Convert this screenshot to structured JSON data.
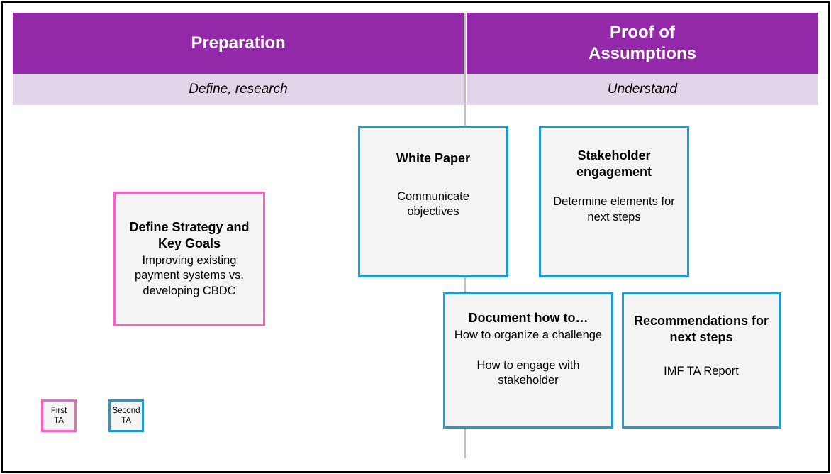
{
  "phases": [
    {
      "title": "Preparation",
      "subtitle": "Define, research"
    },
    {
      "title": "Proof of\nAssumptions",
      "subtitle": "Understand"
    }
  ],
  "boxes": {
    "strategy": {
      "title": "Define Strategy and Key Goals",
      "body": "Improving existing payment systems vs. developing CBDC"
    },
    "white_paper": {
      "title": "White Paper",
      "body": "Communicate objectives"
    },
    "stakeholder": {
      "title": "Stakeholder engagement",
      "body": "Determine elements for next steps"
    },
    "document": {
      "title": "Document how to…",
      "body": "How to organize a challenge\n\nHow to engage with stakeholder"
    },
    "recommendations": {
      "title": "Recommendations for next steps",
      "body": "IMF TA Report"
    }
  },
  "legend": [
    {
      "label": "First\nTA"
    },
    {
      "label": "Second\nTA"
    }
  ],
  "colors": {
    "phase_header": "#9329A9",
    "phase_subband": "#E2D5EA",
    "first_ta_border": "#FF5EC4",
    "second_ta_border": "#1D9BD8",
    "box_fill": "#F5F4F5",
    "divider": "#C0C0C0",
    "frame_border": "#000000"
  }
}
